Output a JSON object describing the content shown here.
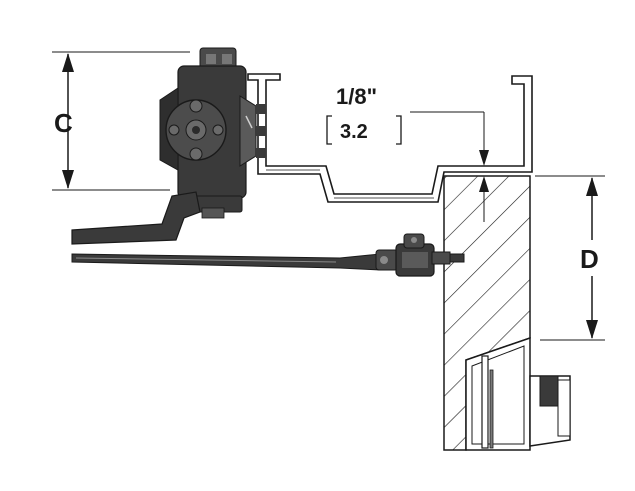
{
  "diagram": {
    "labels": {
      "dim_c": "C",
      "dim_d": "D",
      "gap_imperial": "1/8\"",
      "gap_metric": "3.2"
    },
    "colors": {
      "metal_dark": "#3a3a3a",
      "metal_mid": "#5a5a5a",
      "line": "#1a1a1a",
      "background": "#ffffff"
    }
  }
}
